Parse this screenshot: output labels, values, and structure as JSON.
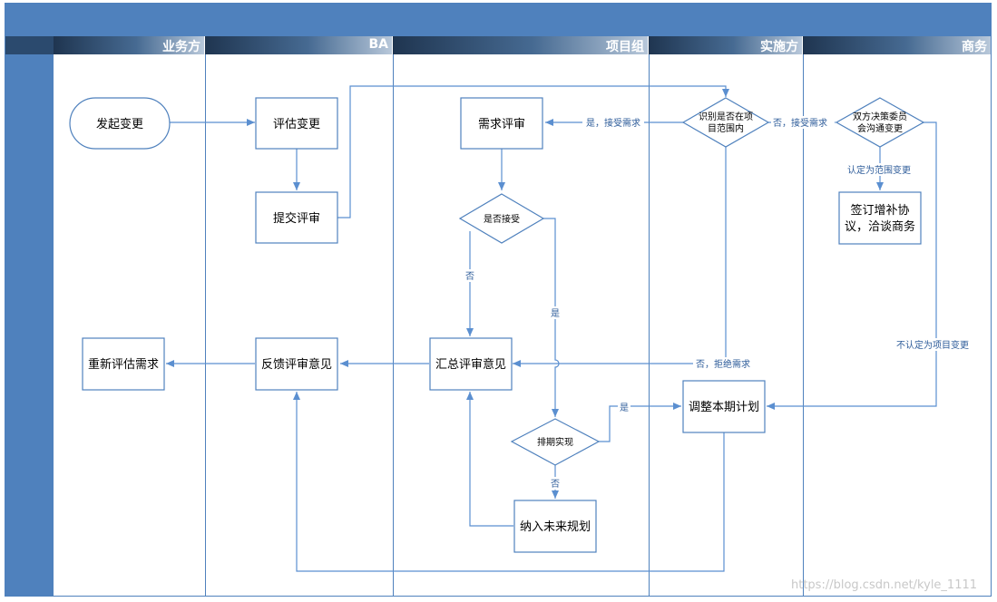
{
  "lanes": [
    {
      "id": "business",
      "label": "业务方"
    },
    {
      "id": "ba",
      "label": "BA"
    },
    {
      "id": "project",
      "label": "项目组"
    },
    {
      "id": "implement",
      "label": "实施方"
    },
    {
      "id": "commerce",
      "label": "商务"
    }
  ],
  "nodes": {
    "start": "发起变更",
    "evaluate_change": "评估变更",
    "submit_review": "提交评审",
    "requirement_review": "需求评审",
    "in_scope_line1": "识别是否在项",
    "in_scope_line2": "目范围内",
    "committee_line1": "双方决策委员",
    "committee_line2": "会沟通变更",
    "sign_line1": "签订增补协",
    "sign_line2": "议，洽谈商务",
    "accept": "是否接受",
    "summary": "汇总评审意见",
    "feedback": "反馈评审意见",
    "reevaluate": "重新评估需求",
    "schedule": "排期实现",
    "adjust_plan": "调整本期计划",
    "future_plan": "纳入未来规划"
  },
  "edges": {
    "yes_accept_req": "是，接受需求",
    "no_accept_req": "否，接受需求",
    "scope_change": "认定为范围变更",
    "no": "否",
    "yes": "是",
    "no_reject": "否，拒绝需求",
    "project_change": "不认定为项目变更",
    "yes_schedule": "是",
    "no_schedule": "否"
  },
  "watermark": "https://blog.csdn.net/kyle_1111",
  "colors": {
    "header": "#4f81bd",
    "line": "#5b8fd0",
    "node_border": "#4f81bd"
  }
}
